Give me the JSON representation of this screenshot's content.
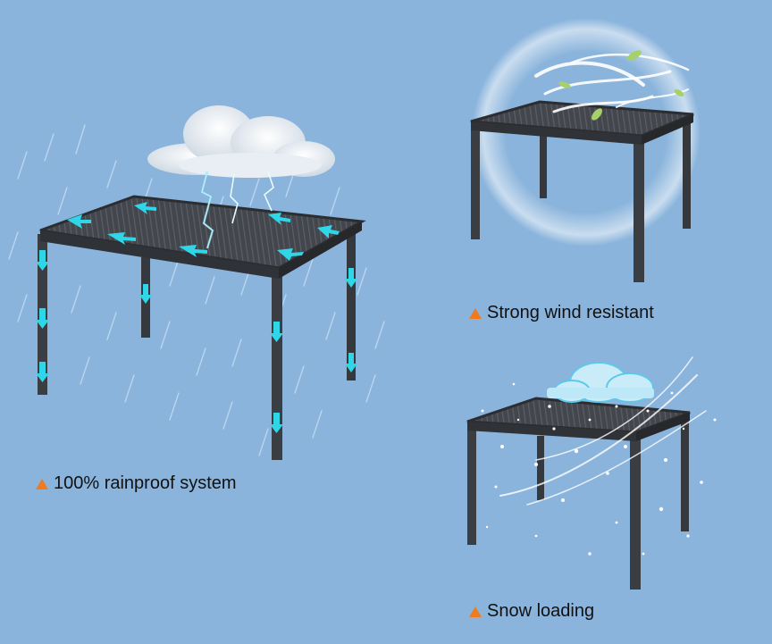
{
  "captions": {
    "rain": "100% rainproof system",
    "wind": "Strong wind resistant",
    "snow": "Snow loading"
  },
  "colors": {
    "background": "#8ab4dc",
    "pergola_frame": "#3a3d42",
    "arrow_accent": "#2fd6e8",
    "bullet_triangle": "#f07a1e"
  },
  "icons": [
    "cloud-icon",
    "lightning-icon",
    "rain-icon",
    "wind-swirl-icon",
    "leaf-icon",
    "snow-cloud-icon",
    "snowflakes-icon",
    "triangle-bullet-icon"
  ]
}
